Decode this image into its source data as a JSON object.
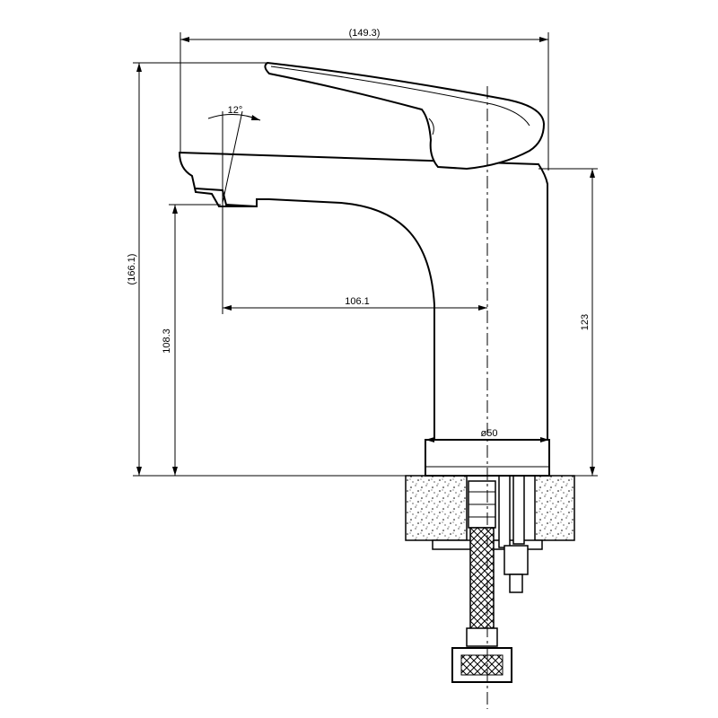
{
  "dimensions": {
    "overall_width": "(149.3)",
    "overall_height": "(166.1)",
    "spout_angle": "12°",
    "spout_reach": "106.1",
    "spout_height": "108.3",
    "body_height": "123",
    "base_diameter": "ø50"
  }
}
